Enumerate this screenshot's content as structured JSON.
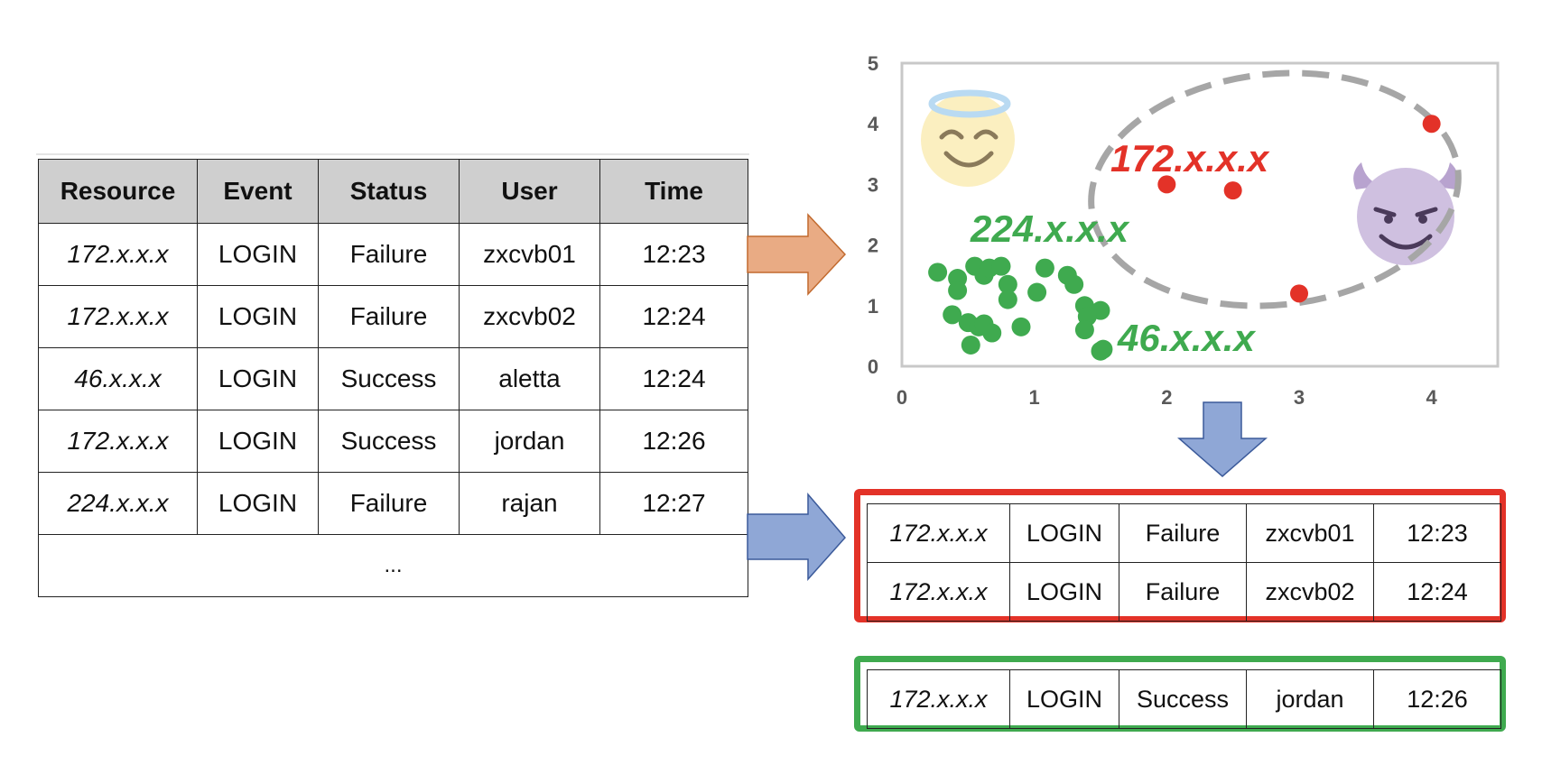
{
  "log_table": {
    "headers": [
      "Resource",
      "Event",
      "Status",
      "User",
      "Time"
    ],
    "rows": [
      [
        "172.x.x.x",
        "LOGIN",
        "Failure",
        "zxcvb01",
        "12:23"
      ],
      [
        "172.x.x.x",
        "LOGIN",
        "Failure",
        "zxcvb02",
        "12:24"
      ],
      [
        "46.x.x.x",
        "LOGIN",
        "Success",
        "aletta",
        "12:24"
      ],
      [
        "172.x.x.x",
        "LOGIN",
        "Success",
        "jordan",
        "12:26"
      ],
      [
        "224.x.x.x",
        "LOGIN",
        "Failure",
        "rajan",
        "12:27"
      ]
    ],
    "ellipsis": "..."
  },
  "colors": {
    "malicious": "#e33228",
    "benign": "#3faa4f",
    "header_bg": "#cfcfcf",
    "arrow_orange": "#e9ab84",
    "arrow_blue": "#8fa7d6",
    "ellipse": "#a6a6a6"
  },
  "icons": {
    "angel": "smiling-face-with-halo-icon",
    "devil": "smiling-face-with-horns-icon"
  },
  "chart_data": {
    "type": "scatter",
    "xlim": [
      0,
      4.5
    ],
    "ylim": [
      0,
      5
    ],
    "xticks": [
      "0",
      "1",
      "2",
      "3",
      "4"
    ],
    "yticks": [
      "0",
      "1",
      "2",
      "3",
      "4",
      "5"
    ],
    "grid": false,
    "annotations": [
      "172.x.x.x",
      "224.x.x.x",
      "46.x.x.x"
    ],
    "series": [
      {
        "color": "#e33228",
        "points": [
          [
            2.0,
            3.0
          ],
          [
            2.5,
            2.9
          ],
          [
            3.0,
            1.2
          ],
          [
            4.0,
            4.0
          ]
        ]
      },
      {
        "color": "#3faa4f",
        "points": [
          [
            0.27,
            1.55
          ],
          [
            0.42,
            1.45
          ],
          [
            0.42,
            1.25
          ],
          [
            0.55,
            1.65
          ],
          [
            0.62,
            1.5
          ],
          [
            0.66,
            1.62
          ],
          [
            0.75,
            1.65
          ],
          [
            0.8,
            1.35
          ],
          [
            0.8,
            1.1
          ],
          [
            1.02,
            1.22
          ],
          [
            1.08,
            1.62
          ],
          [
            1.25,
            1.5
          ],
          [
            1.3,
            1.35
          ],
          [
            0.38,
            0.85
          ],
          [
            0.5,
            0.72
          ],
          [
            0.58,
            0.65
          ],
          [
            0.62,
            0.7
          ],
          [
            0.68,
            0.55
          ],
          [
            0.52,
            0.35
          ],
          [
            0.9,
            0.65
          ],
          [
            1.38,
            1.0
          ],
          [
            1.5,
            0.92
          ],
          [
            1.4,
            0.82
          ],
          [
            1.38,
            0.6
          ],
          [
            1.5,
            0.25
          ],
          [
            1.52,
            0.28
          ]
        ]
      }
    ]
  },
  "cluster_red": {
    "rows": [
      [
        "172.x.x.x",
        "LOGIN",
        "Failure",
        "zxcvb01",
        "12:23"
      ],
      [
        "172.x.x.x",
        "LOGIN",
        "Failure",
        "zxcvb02",
        "12:24"
      ]
    ]
  },
  "cluster_green": {
    "rows": [
      [
        "172.x.x.x",
        "LOGIN",
        "Success",
        "jordan",
        "12:26"
      ]
    ]
  }
}
